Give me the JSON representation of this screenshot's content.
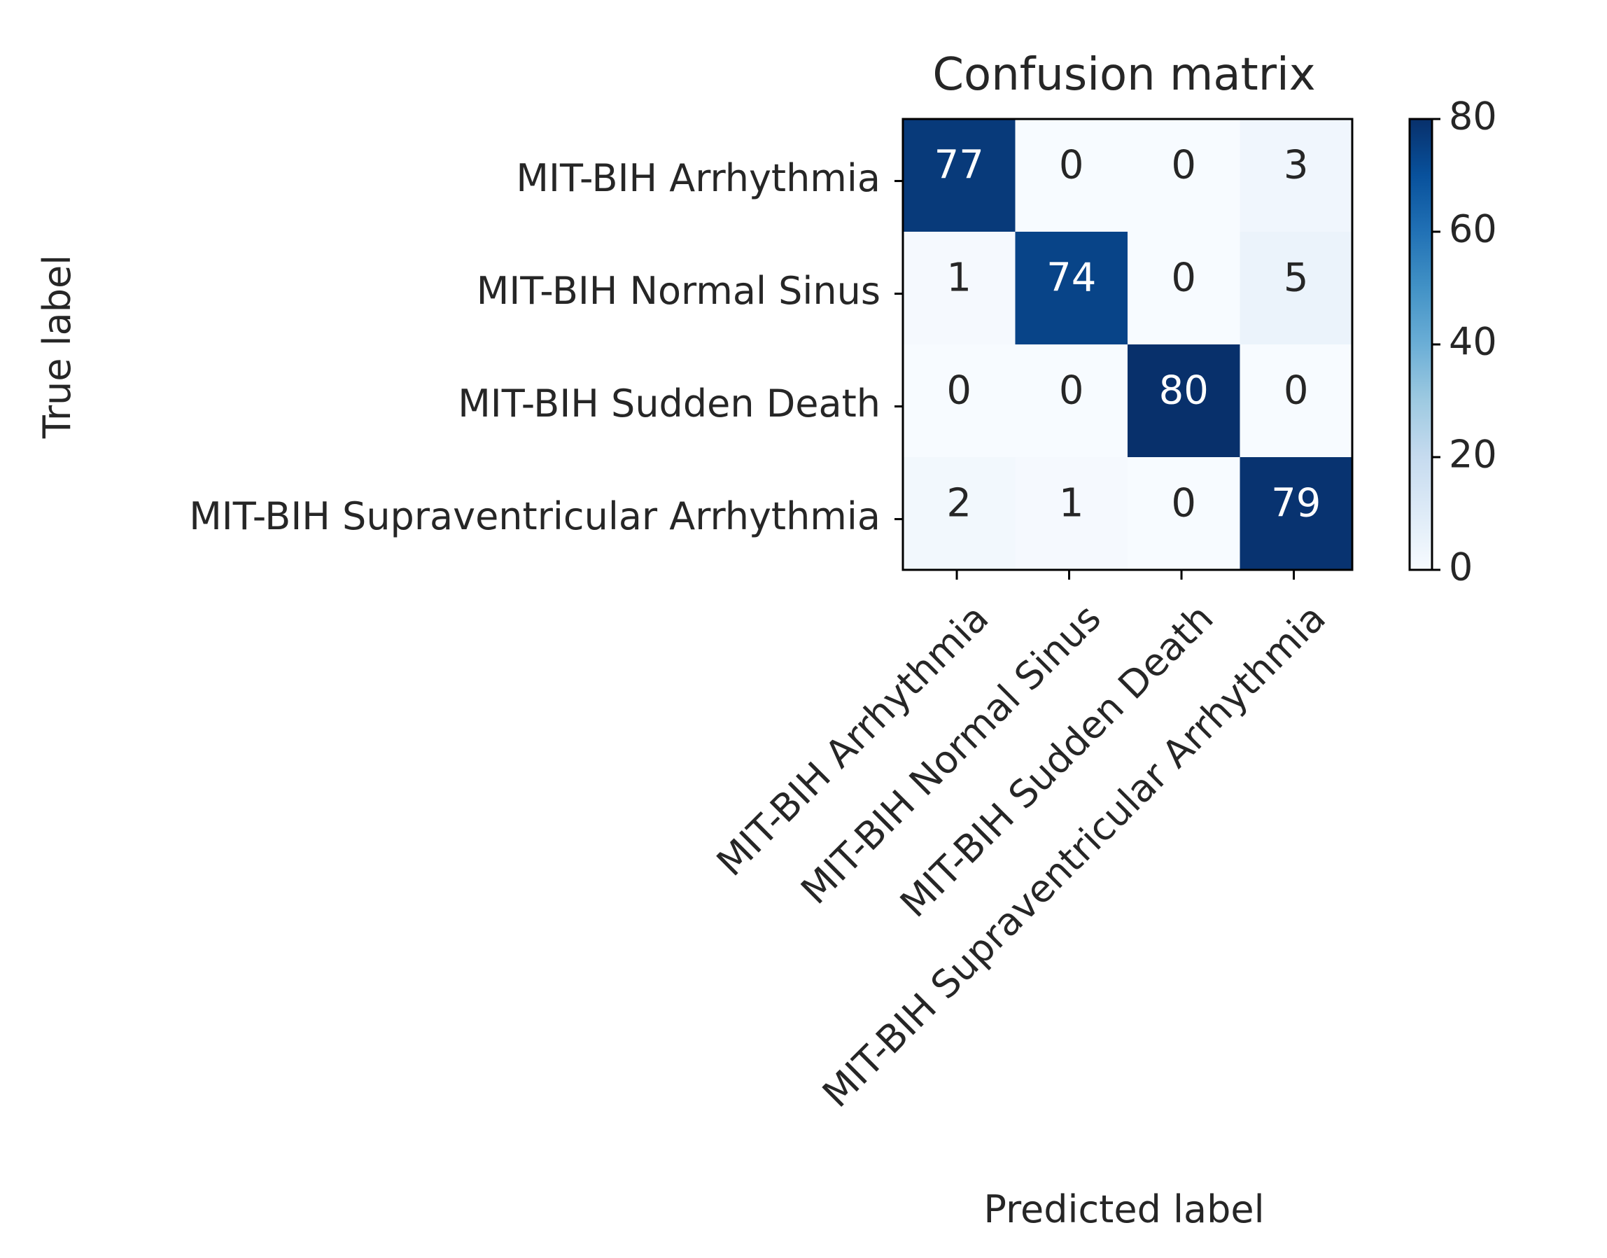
{
  "chart_data": {
    "type": "heatmap",
    "title": "Confusion matrix",
    "xlabel": "Predicted label",
    "ylabel": "True label",
    "row_labels": [
      "MIT-BIH Arrhythmia",
      "MIT-BIH Normal Sinus",
      "MIT-BIH Sudden Death",
      "MIT-BIH Supraventricular Arrhythmia"
    ],
    "col_labels": [
      "MIT-BIH Arrhythmia",
      "MIT-BIH Normal Sinus",
      "MIT-BIH Sudden Death",
      "MIT-BIH Supraventricular Arrhythmia"
    ],
    "values": [
      [
        77,
        0,
        0,
        3
      ],
      [
        1,
        74,
        0,
        5
      ],
      [
        0,
        0,
        80,
        0
      ],
      [
        2,
        1,
        0,
        79
      ]
    ],
    "colormap": "Blues",
    "colorbar": {
      "range": [
        0,
        80
      ],
      "ticks": [
        0,
        20,
        40,
        60,
        80
      ]
    },
    "grid": false
  }
}
